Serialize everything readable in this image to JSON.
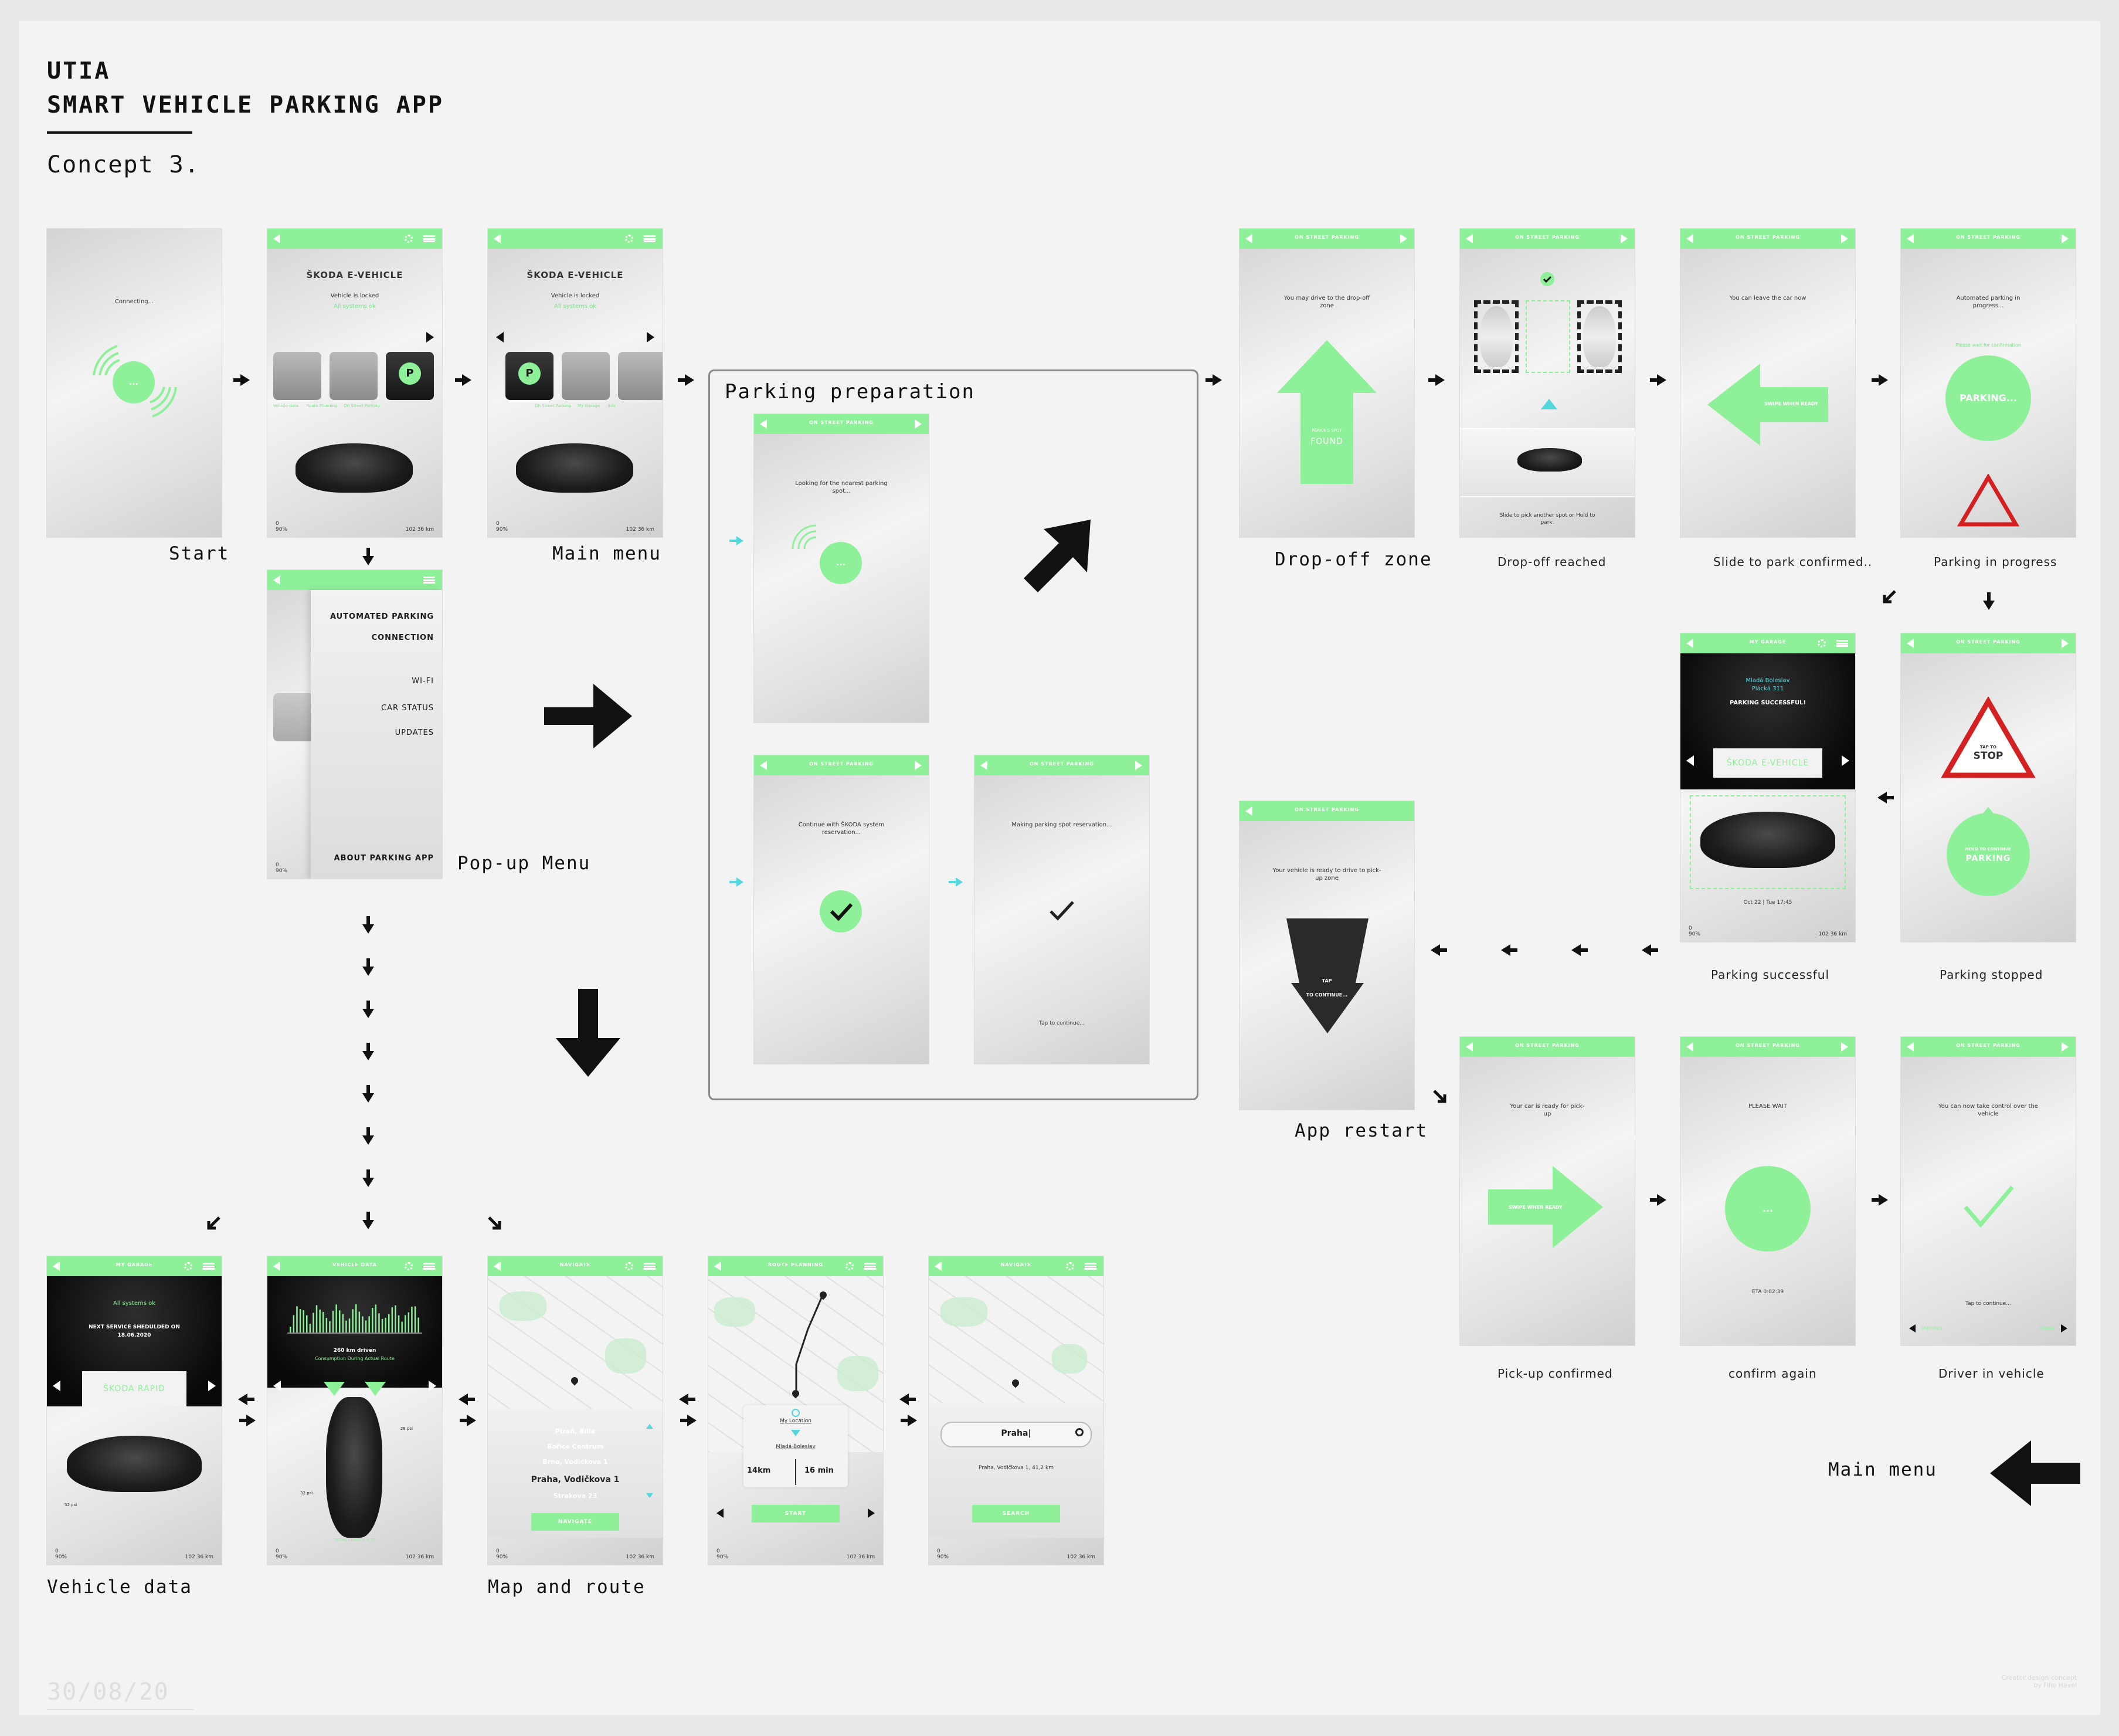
{
  "header": {
    "line1": "UTIA",
    "line2": "SMART VEHICLE PARKING APP",
    "concept": "Concept 3.",
    "date": "30/08/20",
    "credit1": "Creator design concept",
    "credit2": "by Filip Havel"
  },
  "labels": {
    "start": "Start",
    "main_menu": "Main menu",
    "popup_menu": "Pop-up Menu",
    "parking_preparation": "Parking preparation",
    "dropoff_zone": "Drop-off zone",
    "dropoff_reached": "Drop-off reached",
    "slide_confirmed": "Slide to park confirmed..",
    "parking_in_progress": "Parking in progress",
    "parking_successful": "Parking successful",
    "parking_stopped": "Parking stopped",
    "app_restart": "App restart",
    "pickup_confirmed": "Pick-up confirmed",
    "confirm_again": "confirm again",
    "driver_in_vehicle": "Driver in vehicle",
    "main_menu_return": "Main menu",
    "vehicle_data": "Vehicle data",
    "map_and_route": "Map and route"
  },
  "screens": {
    "start": {
      "connecting": "Connecting...",
      "dots": "..."
    },
    "vehicle": {
      "brand": "ŠKODA E-VEHICLE",
      "locked": "Vehicle is locked",
      "systems": "All systems ok",
      "tile1": "Vehicle data",
      "tile2": "Route Planning",
      "tile3": "On Street Parking",
      "tile4": "My Garage",
      "tile5": "Info",
      "battery": "90%",
      "range": "102 36 km",
      "count": "0"
    },
    "popup": {
      "item1": "AUTOMATED PARKING",
      "item2": "CONNECTION",
      "item3": "WI-FI",
      "item4": "CAR STATUS",
      "item5": "UPDATES",
      "item6": "ABOUT PARKING APP"
    },
    "prep": {
      "bar": "ON STREET PARKING",
      "looking": "Looking for the nearest parking spot...",
      "continue": "Continue with ŠKODA system reservation...",
      "making": "Making parking spot reservation...",
      "tap": "Tap to continue..."
    },
    "dropoff": {
      "bar": "ON STREET PARKING",
      "drive": "You may drive to the drop-off zone",
      "spot": "PARKING SPOT",
      "found": "FOUND",
      "slide": "Slide to pick another spot or Hold to park."
    },
    "leave": {
      "text": "You can leave the car now",
      "swipe": "SWIPE WHEN READY"
    },
    "progress": {
      "text": "Automated parking in progress...",
      "wait": "Please wait for confirmation",
      "parking": "PARKING..."
    },
    "success": {
      "bar": "MY GARAGE",
      "city": "Mladá Boleslav",
      "street": "Plácká 311",
      "status": "PARKING SUCCESSFUL!",
      "brand": "ŠKODA E-VEHICLE",
      "date": "Oct 22 | Tue 17:45"
    },
    "stopped": {
      "tap": "TAP TO",
      "stop": "STOP",
      "hold": "HOLD TO CONTINUE",
      "parking": "PARKING"
    },
    "restart": {
      "text": "Your vehicle is ready to drive to pick-up zone",
      "tap": "TAP",
      "cont": "TO CONTINUE..."
    },
    "pickup": {
      "text": "Your car is ready for pick-up",
      "swipe": "SWIPE WHEN READY"
    },
    "wait": {
      "text": "PLEASE WAIT",
      "dots": "...",
      "eta": "ETA 0:02:39"
    },
    "driver": {
      "text": "You can now take control over the vehicle",
      "tap": "Tap to continue...",
      "left": "Statistics",
      "right": "Status"
    },
    "garage": {
      "bar": "MY GARAGE",
      "systems": "All systems ok",
      "service": "NEXT SERVICE SHEDULDED ON",
      "date": "18.06.2020",
      "brand": "ŠKODA RAPID",
      "tire": "32 psi"
    },
    "vdata": {
      "bar": "VEHICLE DATA",
      "driven": "260 km driven",
      "consumption": "Consumption During Actual Route",
      "tire": "28 psi",
      "tire2": "32 psi",
      "footer": "TOTAL LENGTH 4,75"
    },
    "nav": {
      "bar": "NAVIGATE",
      "opt1": "Plzeň, Bílla",
      "opt2": "Bořice Centrum",
      "opt3": "Brno, Vodičkova 1",
      "opt4": "Praha, Vodičkova 1",
      "opt5": "Strakova 23",
      "button": "NAVIGATE"
    },
    "route": {
      "bar": "ROUTE PLANNING",
      "loc": "My Location",
      "dest": "Mladá Boleslav",
      "km": "14km",
      "min": "16 min",
      "button": "START"
    },
    "search": {
      "bar": "NAVIGATE",
      "query": "Praha|",
      "result": "Praha, Vodičkova 1, 41,2 km",
      "button": "SEARCH"
    }
  },
  "colors": {
    "accent": "#8ff09a",
    "cyan": "#53d7dd",
    "warning": "#d42020",
    "dark": "#111111"
  }
}
